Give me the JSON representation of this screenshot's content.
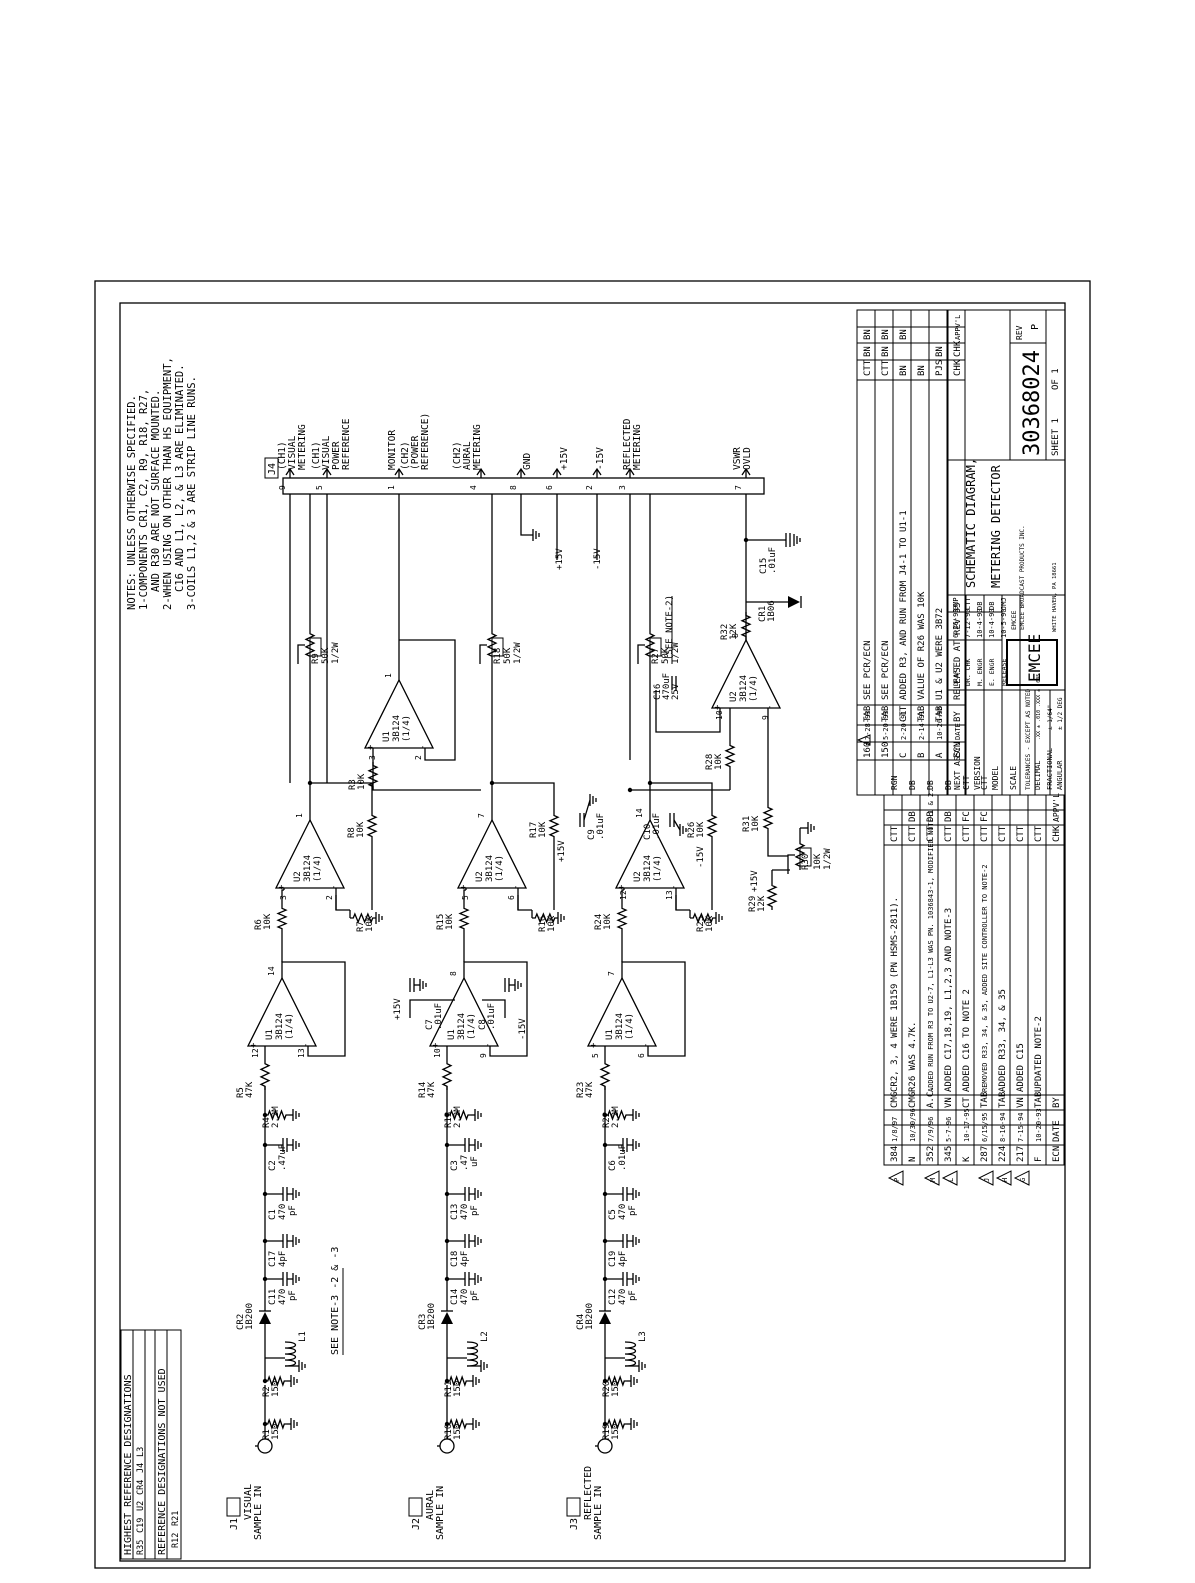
{
  "notes": {
    "title": "NOTES: UNLESS OTHERWISE SPECIFIED.",
    "lines": [
      "1-COMPONENTS CR1, C2, R9, R18, R27,",
      "AND R30 ARE NOT SURFACE MOUNTED.",
      "2-WHEN USING ON OTHER THAN HS EQUIPMENT,",
      "C16 AND L1, L2, & L3 ARE ELIMINATED.",
      "3-COILS L1,2 & 3 ARE STRIP LINE RUNS."
    ]
  },
  "designations": {
    "highest_title": "HIGHEST REFERENCE DESIGNATIONS",
    "highest": [
      "R35",
      "C19",
      "U2",
      "CR4",
      "J4",
      "L3"
    ],
    "not_used_title": "REFERENCE DESIGNATIONS NOT USED",
    "not_used": [
      "R12",
      "R21"
    ]
  },
  "see_note": "SEE NOTE-3 -2 & -3",
  "inputs": [
    {
      "ref": "J1",
      "label": "VISUAL",
      "label2": "SAMPLE IN"
    },
    {
      "ref": "J2",
      "label": "AURAL",
      "label2": "SAMPLE IN"
    },
    {
      "ref": "J3",
      "label": "REFLECTED",
      "label2": "SAMPLE IN"
    }
  ],
  "connector": {
    "ref": "J4",
    "pins": [
      {
        "pin": "9",
        "label": "(CH1) VISUAL METERING"
      },
      {
        "pin": "5",
        "label": "(CH1) VISUAL POWER REFERENCE"
      },
      {
        "pin": "1",
        "label": "MONITOR"
      },
      {
        "pin": "",
        "label": "(CH2) (POWER REFERENCE)"
      },
      {
        "pin": "4",
        "label": "(CH2) AURAL METERING"
      },
      {
        "pin": "8",
        "label": "GND"
      },
      {
        "pin": "6",
        "label": "+15V"
      },
      {
        "pin": "2",
        "label": "-15V"
      },
      {
        "pin": "3",
        "label": "REFLECTED METERING"
      },
      {
        "pin": "7",
        "label": "VSWR OVLD"
      }
    ]
  },
  "channels": [
    {
      "r_a": "R1",
      "r_a_v": "150",
      "r_b": "R2",
      "r_b_v": "150",
      "coil": "L1",
      "diode": "CR2",
      "diode_v": "1B200",
      "caps": [
        [
          "C11",
          "470",
          "pF"
        ],
        [
          "C17",
          "4pF",
          ""
        ],
        [
          "C1",
          "470",
          "pF"
        ],
        [
          "C2",
          ".47uF",
          ""
        ]
      ],
      "r_shunt": "R4",
      "r_shunt_v": "2.2M",
      "r_ser": "R5",
      "r_ser_v": "47K",
      "buf": [
        "U1",
        "3B124",
        "(1/4)"
      ],
      "buf_pins": [
        "12",
        "13",
        "14"
      ],
      "amp": [
        "U2",
        "3B124",
        "(1/4)"
      ],
      "amp_pins": [
        "3",
        "2",
        "1"
      ],
      "r_in": "R6",
      "r_in_v": "10K",
      "r_gnd": "R7",
      "r_gnd_v": "10K",
      "r_fb": "R8",
      "r_fb_v": "10K",
      "pot": "R9",
      "pot_v": "50K",
      "pot_w": "1/2W"
    },
    {
      "r_a": "R10",
      "r_a_v": "150",
      "r_b": "R11",
      "r_b_v": "150",
      "coil": "L2",
      "diode": "CR3",
      "diode_v": "1B200",
      "caps": [
        [
          "C14",
          "470",
          "pF"
        ],
        [
          "C18",
          "4pF",
          ""
        ],
        [
          "C13",
          "470",
          "pF"
        ],
        [
          "C3",
          ".47",
          "uF"
        ]
      ],
      "r_shunt": "R13",
      "r_shunt_v": "2.2M",
      "r_ser": "R14",
      "r_ser_v": "47K",
      "buf": [
        "U1",
        "3B124",
        "(1/4)"
      ],
      "buf_pins": [
        "10",
        "9",
        "8"
      ],
      "amp": [
        "U2",
        "3B124",
        "(1/4)"
      ],
      "amp_pins": [
        "5",
        "6",
        "7"
      ],
      "r_in": "R15",
      "r_in_v": "10K",
      "r_gnd": "R16",
      "r_gnd_v": "10K",
      "r_fb": "R17",
      "r_fb_v": "10K",
      "pot": "R18",
      "pot_v": "50K",
      "pot_w": "1/2W"
    },
    {
      "r_a": "R19",
      "r_a_v": "150",
      "r_b": "R20",
      "r_b_v": "150",
      "coil": "L3",
      "diode": "CR4",
      "diode_v": "1B200",
      "caps": [
        [
          "C12",
          "470",
          "pF"
        ],
        [
          "C19",
          "4pF",
          ""
        ],
        [
          "C5",
          "470",
          "pF"
        ],
        [
          "C6",
          ".01uF",
          ""
        ]
      ],
      "r_shunt": "R22",
      "r_shunt_v": "2.2M",
      "r_ser": "R23",
      "r_ser_v": "47K",
      "buf": [
        "U1",
        "3B124",
        "(1/4)"
      ],
      "buf_pins": [
        "5",
        "6",
        "7"
      ],
      "amp": [
        "U2",
        "3B124",
        "(1/4)"
      ],
      "amp_pins": [
        "12",
        "13",
        "14"
      ],
      "r_in": "R24",
      "r_in_v": "10K",
      "r_gnd": "R25",
      "r_gnd_v": "10K",
      "r_fb": "R26",
      "r_fb_v": "10K",
      "pot": "R27",
      "pot_v": "50K",
      "pot_w": "1/2W"
    }
  ],
  "misc": {
    "c7": [
      "C7",
      ".01uF"
    ],
    "c8": [
      "C8",
      ".01uF"
    ],
    "c9": [
      "C9",
      ".01uF"
    ],
    "c10": [
      "C10",
      ".01uF"
    ],
    "c15": [
      "C15",
      ".01uF"
    ],
    "c16": [
      "C16",
      "470uF",
      "25V"
    ],
    "u1_mon": [
      "U1",
      "3B124",
      "(1/4)"
    ],
    "u1_mon_pins": [
      "3",
      "2",
      "1"
    ],
    "u2_vswr": [
      "U2",
      "3B124",
      "(1/4)"
    ],
    "u2_vswr_pins": [
      "10",
      "9",
      "8"
    ],
    "r3": [
      "R3",
      "10K"
    ],
    "r28": [
      "R28",
      "10K"
    ],
    "r29": [
      "R29",
      "12K"
    ],
    "r30": [
      "R30",
      "10K",
      "1/2W"
    ],
    "r31": [
      "R31",
      "10K"
    ],
    "r32": [
      "R32",
      "12K"
    ],
    "cr1": [
      "CR1",
      "1B06"
    ],
    "p15": "+15V",
    "m15": "-15V",
    "see_note2": "(SEE NOTE-2)"
  },
  "rev_left": {
    "rows": [
      {
        "sym": "P",
        "ecn": "384",
        "date": "1/8/97",
        "desc": "CR2, 3, 4 WERE 1B159 (PN HSMS-2811).",
        "by": "CMG",
        "chk": "CTT",
        "appv": ""
      },
      {
        "sym": "",
        "ecn": "N",
        "date": "10/30/96",
        "desc": "R26 WAS 4.7K.",
        "by": "CMG",
        "chk": "CTT",
        "appv": "DB"
      },
      {
        "sym": "M",
        "ecn": "352",
        "date": "7/9/96",
        "desc": "ADDED RUN FROM R3 TO U2-7, L1-L3 WAS PN. 1036843-1, MODIFIED NOTE-1 & 2.",
        "by": "A.C.",
        "chk": "CTT",
        "appv": "DB"
      },
      {
        "sym": "L",
        "ecn": "345",
        "date": "5-7-96",
        "desc": "ADDED C17,18,19, L1,2,3 AND NOTE-3",
        "by": "VN",
        "chk": "CTT",
        "appv": "DB"
      },
      {
        "sym": "",
        "ecn": "K",
        "date": "10-17-95",
        "desc": "ADDED C16 TO NOTE 2",
        "by": "CT",
        "chk": "CTT",
        "appv": "FC"
      },
      {
        "sym": "J",
        "ecn": "287",
        "date": "6/15/95",
        "desc": "REMOVED R33, 34, & 35, ADDED SITE CONTROLLER TO NOTE-2",
        "by": "TAB",
        "chk": "CTT",
        "appv": "FC"
      },
      {
        "sym": "H",
        "ecn": "224",
        "date": "8-16-94",
        "desc": "ADDED R33, 34, & 35",
        "by": "TAB",
        "chk": "CTT",
        "appv": ""
      },
      {
        "sym": "G",
        "ecn": "217",
        "date": "7-15-94",
        "desc": "ADDED C15",
        "by": "VN",
        "chk": "CTT",
        "appv": ""
      },
      {
        "sym": "",
        "ecn": "F",
        "date": "10-20-93",
        "desc": "UPDATED NOTE-2",
        "by": "TAB",
        "chk": "CTT",
        "appv": ""
      }
    ],
    "header": {
      "ecn": "ECN",
      "date": "DATE",
      "by": "BY",
      "chk": "CHK",
      "appv": "APPV'L"
    }
  },
  "rev_right": {
    "extra_col": [
      "RGN",
      "DB",
      "DB",
      "DB",
      "CTT",
      "CTT"
    ],
    "rows": [
      {
        "ecn": "160",
        "date": "7-28-93",
        "by": "TAB",
        "desc": "SEE PCR/ECN",
        "chk": "CTT",
        "appv": "BN",
        "x": "BN"
      },
      {
        "ecn": "150",
        "date": "5-20-93",
        "by": "TAB",
        "desc": "SEE PCR/ECN",
        "chk": "CTT",
        "appv": "BN",
        "x": "BN"
      },
      {
        "ecn": "C",
        "date": "2-20-91",
        "by": "CTT",
        "desc": "ADDED R3, AND RUN FROM J4-1 TO U1-1",
        "chk": "BN",
        "appv": "",
        "x": "BN"
      },
      {
        "ecn": "B",
        "date": "2-14-91",
        "by": "TAB",
        "desc": "VALUE OF R26 WAS 10K",
        "chk": "BN",
        "appv": "",
        "x": ""
      },
      {
        "ecn": "A",
        "date": "10-26-90",
        "by": "TAB",
        "desc": "U1 & U2 WERE 3B72",
        "chk": "PJS",
        "appv": "BN",
        "x": ""
      },
      {
        "ecn": "ECN",
        "date": "DATE",
        "by": "BY",
        "desc": "RELEASED AT REV 55",
        "chk": "CHK",
        "appv": "CHK",
        "x": "APPV'L"
      }
    ]
  },
  "title_block": {
    "next_assy": "NEXT ASSY:",
    "version": "VERSION",
    "model": "MODEL",
    "scale": "SCALE",
    "tolerances": "TOLERANCES - EXCEPT AS NOTED",
    "decimal": "DECIMAL",
    "decimal_v": ".XX ± .010  .XXX ± .005",
    "fractional": "FRACTIONAL",
    "fractional_v": "± 1/64\"",
    "angular": "ANGULAR",
    "angular_v": "± 1/2 DEG",
    "sign": [
      {
        "k": "DRAFT",
        "v": "6-26-90",
        "by": "SMP"
      },
      {
        "k": "DR. CHK",
        "v": "7-12-90",
        "by": "CTT"
      },
      {
        "k": "M. ENGR",
        "v": "10-4-90",
        "by": "DB"
      },
      {
        "k": "E. ENGR",
        "v": "10-4-90",
        "by": "DB"
      },
      {
        "k": "RELEASE",
        "v": "10-5-90",
        "by": "JMJ"
      }
    ],
    "logo": "EMCEE",
    "company": "EMCEE BROADCAST PRODUCTS INC.",
    "address": "WHITE HAVEN, PA 18661",
    "title1": "SCHEMATIC DIAGRAM,",
    "title2": "METERING DETECTOR",
    "dwg_no": "30368024",
    "rev_label": "REV",
    "rev": "P",
    "sheet": "SHEET 1",
    "of": "OF 1"
  }
}
